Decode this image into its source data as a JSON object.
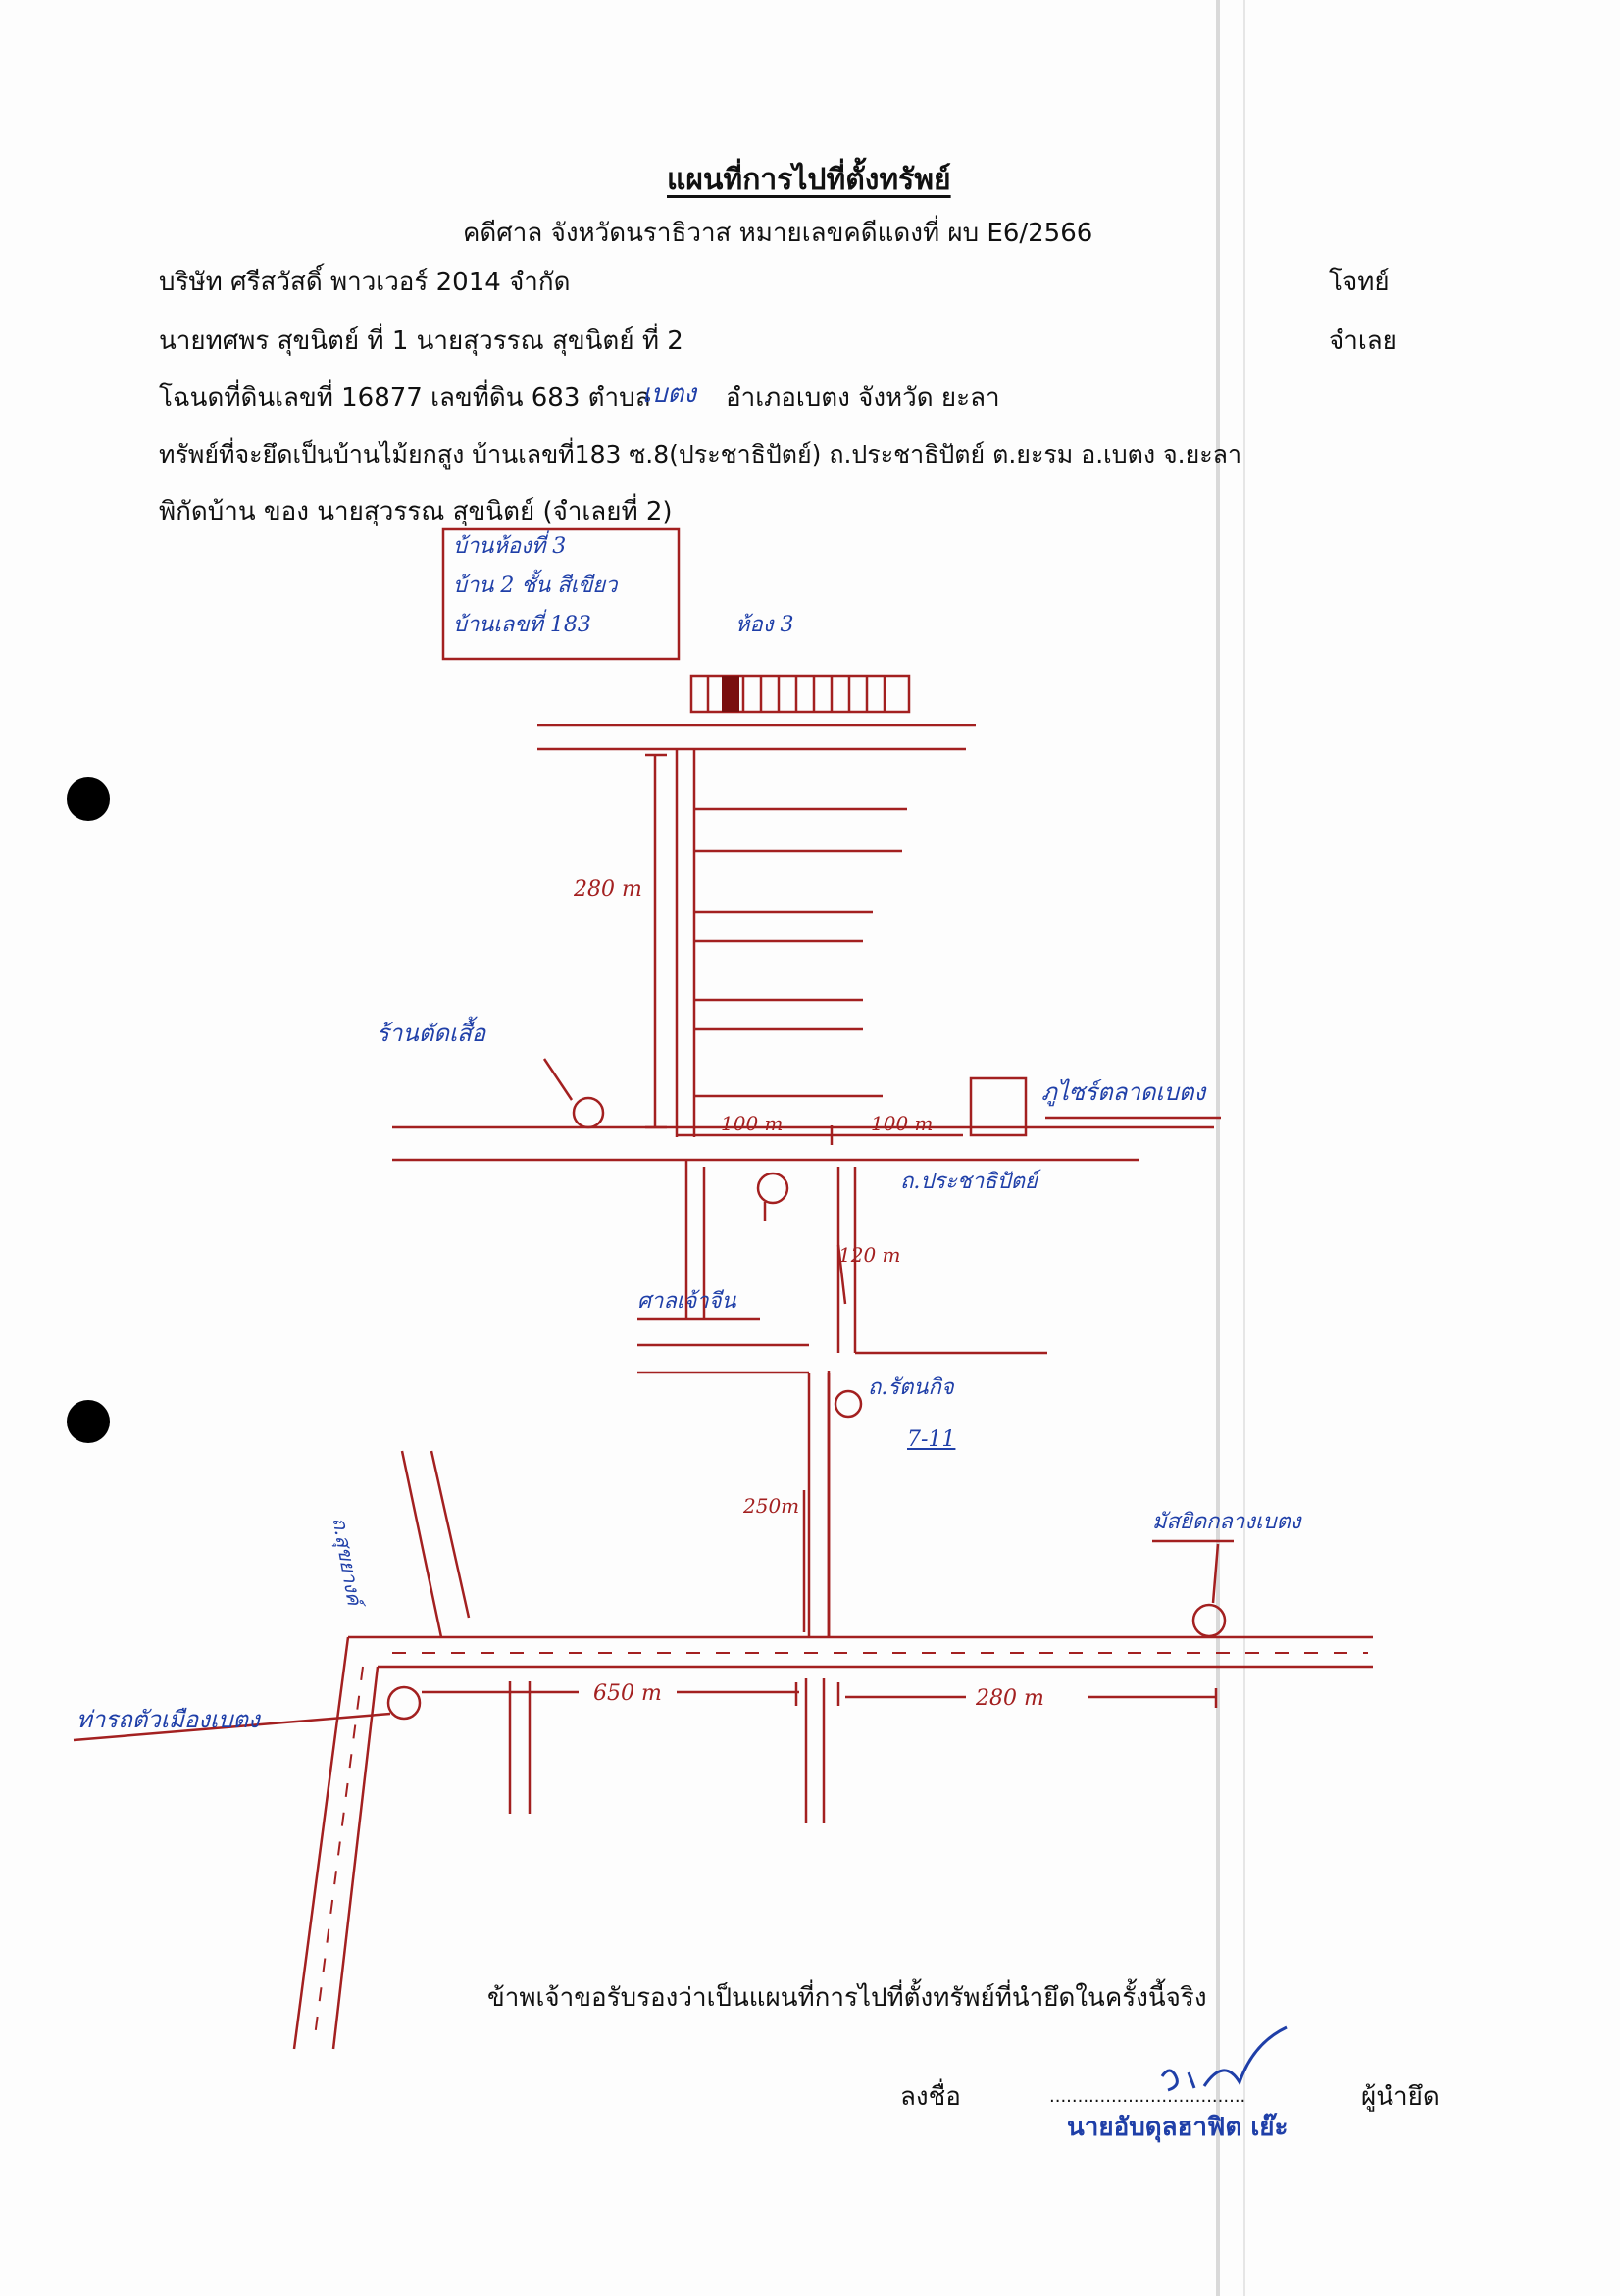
{
  "header": {
    "title": "แผนที่การไปที่ตั้งทรัพย์",
    "case_line": "คดีศาล จังหวัดนราธิวาส   หมายเลขคดีแดงที่  ผบ E6/2566"
  },
  "parties": {
    "plaintiff_name": "บริษัท ศรีสวัสดิ์ พาวเวอร์ 2014 จำกัด",
    "plaintiff_role": "โจทย์",
    "defendant_names": "นายทศพร สุขนิตย์ ที่ 1 นายสุวรรณ สุขนิตย์ ที่ 2",
    "defendant_role": "จำเลย"
  },
  "property": {
    "deed_prefix": "โฉนดที่ดินเลขที่ 16877 เลขที่ดิน 683 ตำบล",
    "subdistrict_handwritten": "เบตง",
    "deed_suffix": "อำเภอเบตง  จังหวัด ยะลา",
    "seized_line": "ทรัพย์ที่จะยึดเป็นบ้านไม้ยกสูง บ้านเลขที่183 ซ.8(ประชาธิปัตย์) ถ.ประชาธิปัตย์ ต.ยะรม  อ.เบตง จ.ยะลา",
    "coords_line": "พิกัดบ้าน  ของ  นายสุวรรณ สุขนิตย์ (จำเลยที่ 2)"
  },
  "map": {
    "house_box_lines": [
      "บ้านห้องที่ 3",
      "บ้าน 2 ชั้น สีเขียว",
      "บ้านเลขที่ 183"
    ],
    "house_marker": "ห้อง 3",
    "dist_280_north": "280 m",
    "shop_label": "ร้านตัดเสื้อ",
    "dist_100_west": "100 m",
    "dist_100_east": "100 m",
    "station_label": "ภูไซร์ตลาดเบตง",
    "road_prachathipat": "ถ.ประชาธิปัตย์",
    "dist_120": "120 m",
    "shrine_label": "ศาลเจ้าจีน",
    "road_rattanakit": "ถ.รัตนกิจ",
    "seven_eleven": "7-11",
    "dist_250": "250m",
    "road_left": "ถ.สุขยางค์",
    "mosque_label": "มัสยิดกลางเบตง",
    "hotel_label": "ท่ารถตัวเมืองเบตง",
    "dist_650": "650 m",
    "dist_280_south": "280 m"
  },
  "certification": {
    "statement": "ข้าพเจ้าขอรับรองว่าเป็นแผนที่การไปที่ตั้งทรัพย์ที่นำยึดในครั้งนี้จริง",
    "sign_label": "ลงชื่อ",
    "sign_dots": "...................................",
    "signer_role": "ผู้นำยึด",
    "stamp_name": "นายอับดุลฮาฟิต เย๊ะ"
  },
  "colors": {
    "pen_red": "#a32020",
    "pen_blue": "#1f3fa8",
    "ink": "#111111"
  }
}
